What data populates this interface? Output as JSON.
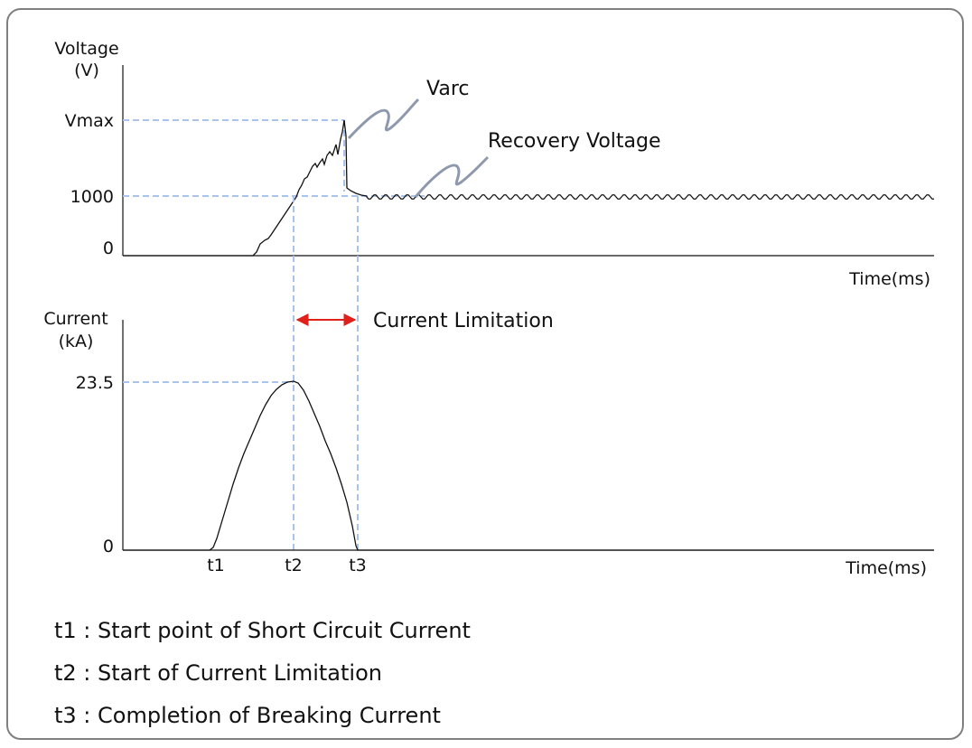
{
  "voltage_panel": {
    "ylabel_line1": "Voltage",
    "ylabel_line2": "(V)",
    "tick_vmax": "Vmax",
    "tick_1000": "1000",
    "tick_0": "0",
    "xlabel": "Time(ms)",
    "annotation_varc": "Varc",
    "annotation_recovery": "Recovery Voltage"
  },
  "current_panel": {
    "ylabel_line1": "Current",
    "ylabel_line2": "(kA)",
    "tick_peak": "23.5",
    "tick_0": "0",
    "xlabel": "Time(ms)",
    "tick_t1": "t1",
    "tick_t2": "t2",
    "tick_t3": "t3"
  },
  "limitation_label": "Current Limitation",
  "legend": [
    "t1 : Start point of Short Circuit Current",
    "t2 : Start of Current Limitation",
    "t3 : Completion of Breaking Current"
  ],
  "colors": {
    "curve": "#111111",
    "guide": "#a9c4ec",
    "arrow": "#e0201a",
    "pointer": "#8f99ad",
    "border": "#7f7f7f"
  }
}
